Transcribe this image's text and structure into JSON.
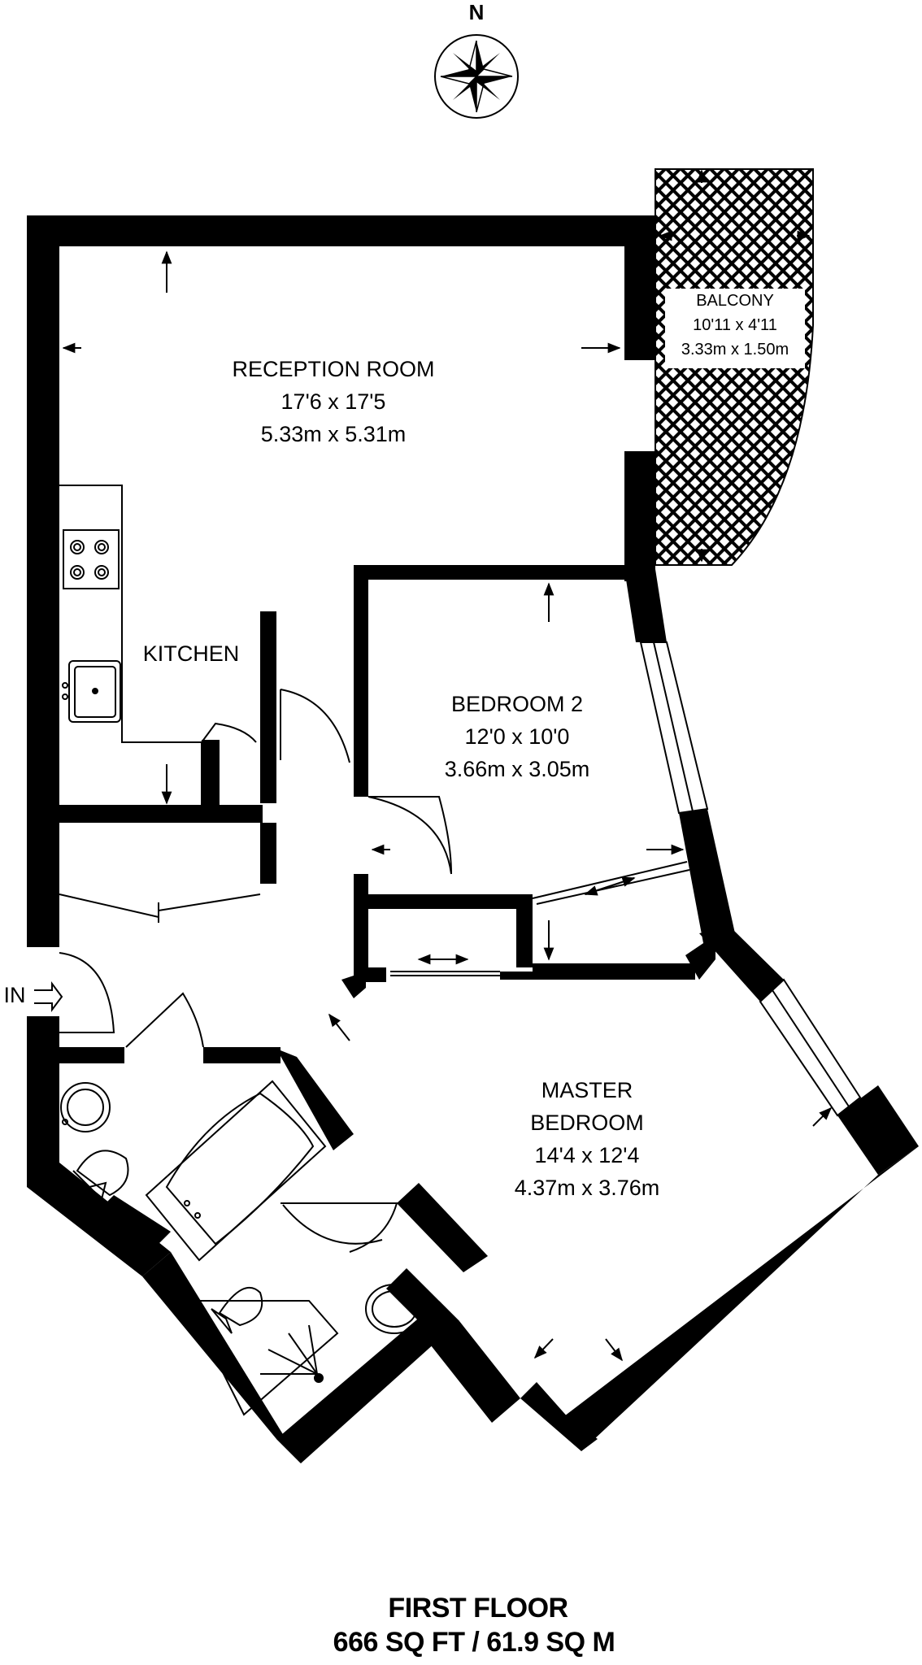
{
  "compass": {
    "north_label": "N",
    "icon": "compass-rose-icon"
  },
  "entrance": {
    "label": "IN",
    "icon": "entrance-arrow-icon"
  },
  "rooms": {
    "reception": {
      "name": "RECEPTION ROOM",
      "imperial": "17'6 x 17'5",
      "metric": "5.33m x 5.31m"
    },
    "kitchen": {
      "name": "KITCHEN"
    },
    "bedroom2": {
      "name": "BEDROOM 2",
      "imperial": "12'0 x 10'0",
      "metric": "3.66m x 3.05m"
    },
    "master": {
      "name_line1": "MASTER",
      "name_line2": "BEDROOM",
      "imperial": "14'4 x 12'4",
      "metric": "4.37m x 3.76m"
    },
    "balcony": {
      "name": "BALCONY",
      "imperial": "10'11 x 4'11",
      "metric": "3.33m x 1.50m"
    }
  },
  "footer": {
    "floor": "FIRST FLOOR",
    "area": "666 SQ FT / 61.9 SQ M"
  },
  "colors": {
    "wall": "#000000",
    "background": "#ffffff",
    "fixture_stroke": "#000000"
  }
}
